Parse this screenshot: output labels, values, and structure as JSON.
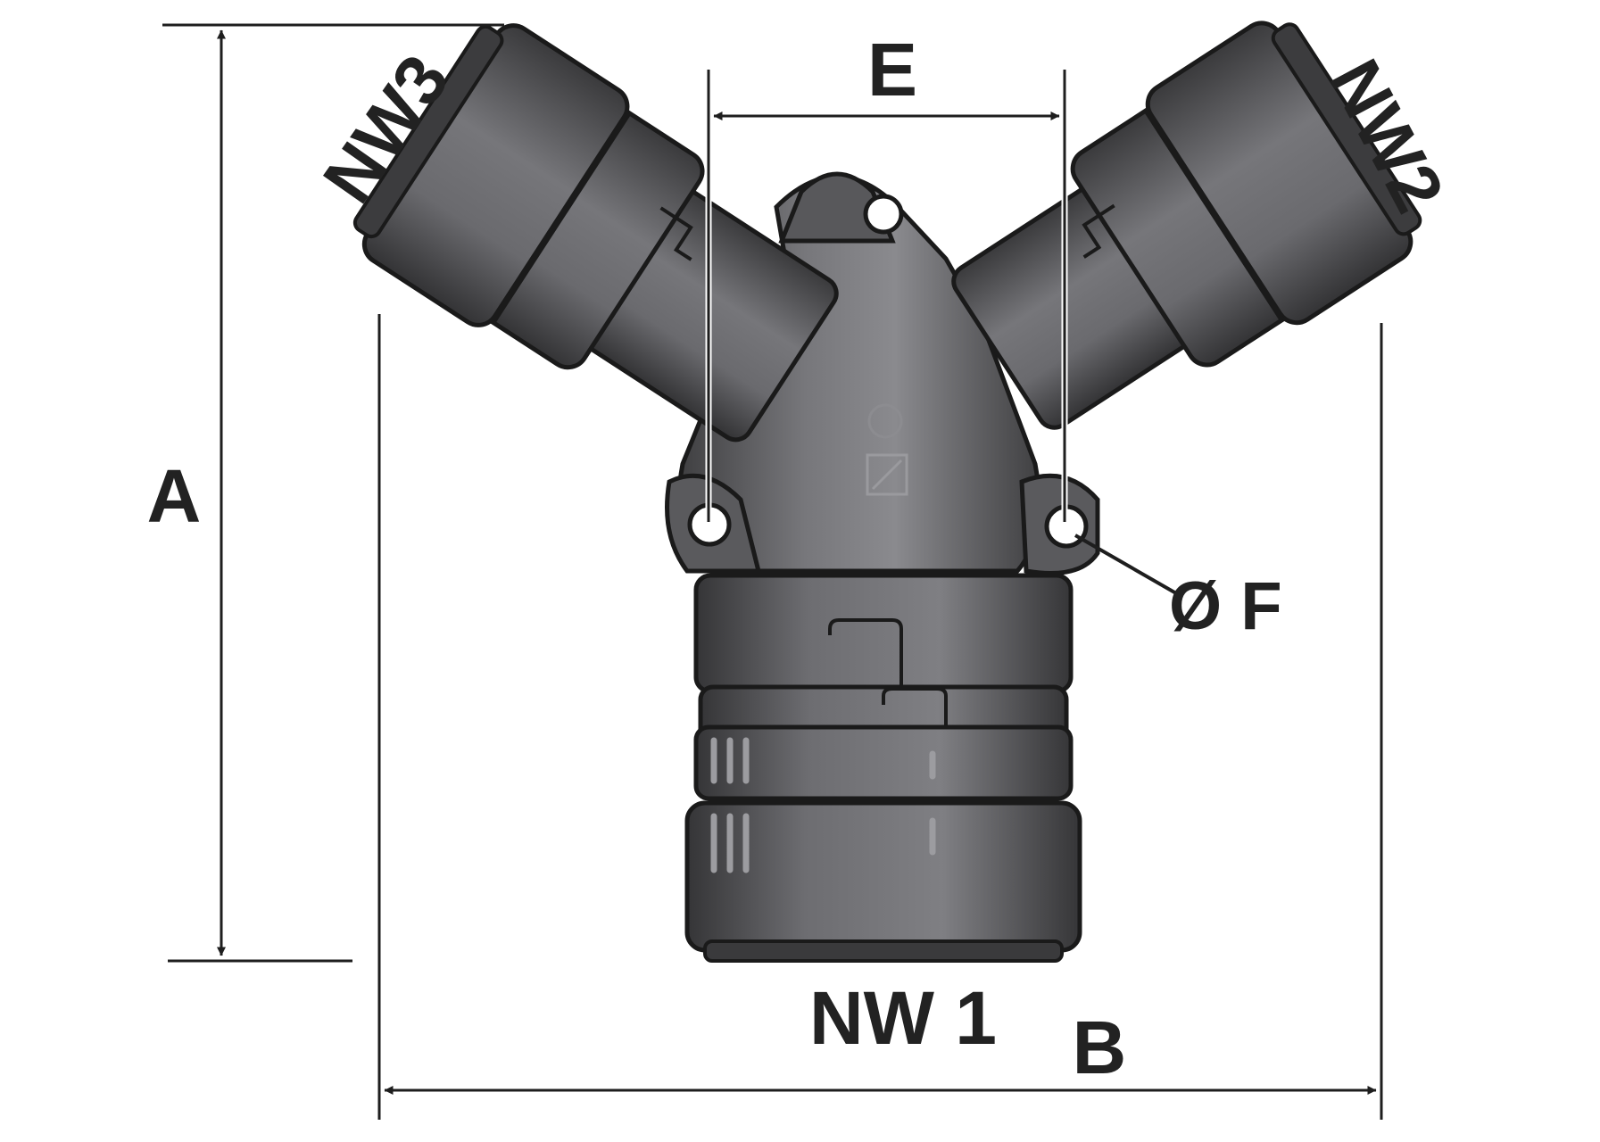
{
  "diagram": {
    "labels": {
      "a": "A",
      "b": "B",
      "e": "E",
      "f": "Ø F",
      "nw1": "NW 1",
      "nw2": "NW2",
      "nw3": "NW3"
    },
    "colors": {
      "line": "#1e1e1e",
      "body_dark": "#4a4a4c",
      "body_mid": "#6b6b6e",
      "body_light": "#8e8e92",
      "outline": "#1a1a1a",
      "background": "#ffffff"
    }
  }
}
